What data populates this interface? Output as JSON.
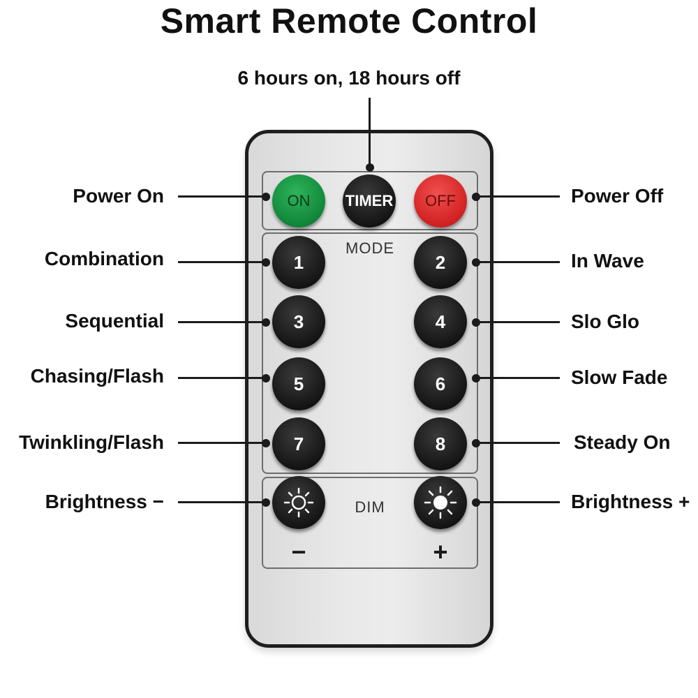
{
  "title": "Smart Remote Control",
  "timer_note": "6 hours on, 18 hours off",
  "remote": {
    "top_buttons": {
      "on": "ON",
      "timer": "TIMER",
      "off": "OFF"
    },
    "mode_label": "MODE",
    "mode_buttons": [
      "1",
      "2",
      "3",
      "4",
      "5",
      "6",
      "7",
      "8"
    ],
    "dim_label": "DIM",
    "dim_minus": "−",
    "dim_plus": "+"
  },
  "labels": {
    "power_on": "Power On",
    "power_off": "Power Off",
    "combination": "Combination",
    "in_wave": "In Wave",
    "sequential": "Sequential",
    "slo_glo": "Slo Glo",
    "chasing_flash": "Chasing/Flash",
    "slow_fade": "Slow Fade",
    "twinkling_flash": "Twinkling/Flash",
    "steady_on": "Steady On",
    "brightness_minus": "Brightness −",
    "brightness_plus": "Brightness +"
  },
  "colors": {
    "on_button": "#128a3c",
    "off_button": "#d42424",
    "button_dark": "#1a1a1a",
    "remote_body": "#e6e6e6"
  }
}
